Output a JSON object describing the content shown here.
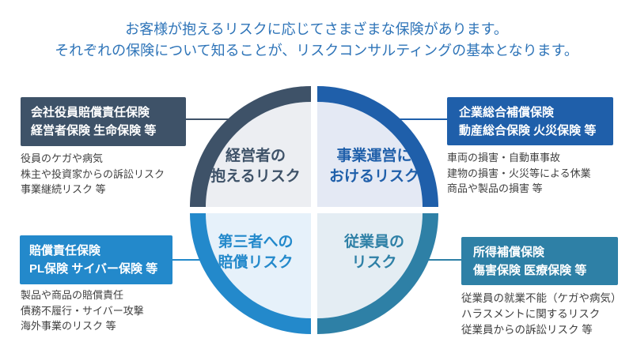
{
  "header": {
    "line1": "お客様が抱えるリスクに応じてさまざまな保険があります。",
    "line2": "それぞれの保険について知ることが、リスクコンサルティングの基本となります。",
    "text_color": "#2E74B8"
  },
  "quadrants": {
    "top_left": {
      "label_line1": "経営者の",
      "label_line2": "抱えるリスク",
      "ring_color": "#3E5268",
      "fill_color": "#ECEEF2",
      "box": {
        "line1": "会社役員賠償責任保険",
        "line2": "経営者保険 生命保険 等",
        "bg_color": "#3E5268"
      },
      "details": [
        "役員のケガや病気",
        "株主や投資家からの訴訟リスク",
        "事業継続リスク 等"
      ]
    },
    "top_right": {
      "label_line1": "事業運営に",
      "label_line2": "おけるリスク",
      "ring_color": "#1F5FAA",
      "fill_color": "#E4E9F4",
      "box": {
        "line1": "企業総合補償保険",
        "line2": "動産総合保険 火災保険 等",
        "bg_color": "#1F5FAA"
      },
      "details": [
        "車両の損害・自動車事故",
        "建物の損害・火災等による休業",
        "商品や製品の損害 等"
      ]
    },
    "bottom_left": {
      "label_line1": "第三者への",
      "label_line2": "賠償リスク",
      "ring_color": "#2389CB",
      "fill_color": "#E6F1FA",
      "box": {
        "line1": "賠償責任保険",
        "line2": "PL保険 サイバー保険 等",
        "bg_color": "#2389CB"
      },
      "details": [
        "製品や商品の賠償責任",
        "債務不履行・サイバー攻撃",
        "海外事業のリスク 等"
      ]
    },
    "bottom_right": {
      "label_line1": "従業員の",
      "label_line2": "リスク",
      "ring_color": "#2E80A6",
      "fill_color": "#E4EDF3",
      "box": {
        "line1": "所得補償保険",
        "line2": "傷害保険 医療保険 等",
        "bg_color": "#2E80A6"
      },
      "details": [
        "従業員の就業不能（ケガや病気）",
        "ハラスメントに関するリスク",
        "従業員からの訴訟リスク 等"
      ]
    }
  }
}
